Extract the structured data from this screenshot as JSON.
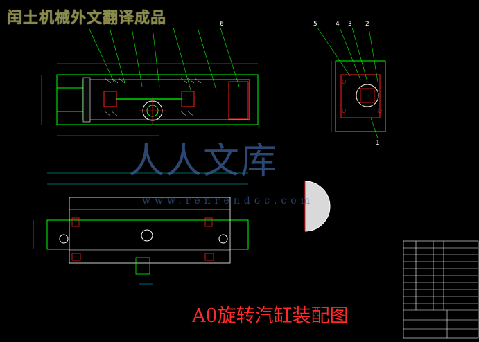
{
  "header": {
    "title": "闰土机械外文翻译成品"
  },
  "caption": {
    "text": "A0旋转汽缸装配图"
  },
  "watermark": {
    "text": "人人文库",
    "url": "www.renrendoc.com"
  },
  "callouts_side": [
    "5",
    "4",
    "3",
    "2",
    "1"
  ],
  "callouts_top": [
    "6"
  ],
  "colors": {
    "outline": "#00ff00",
    "detail": "#ff2020",
    "dimension": "#00c8c8",
    "hatch": "#ffffff",
    "frame": "#ffffff",
    "title": "#ff3030"
  }
}
